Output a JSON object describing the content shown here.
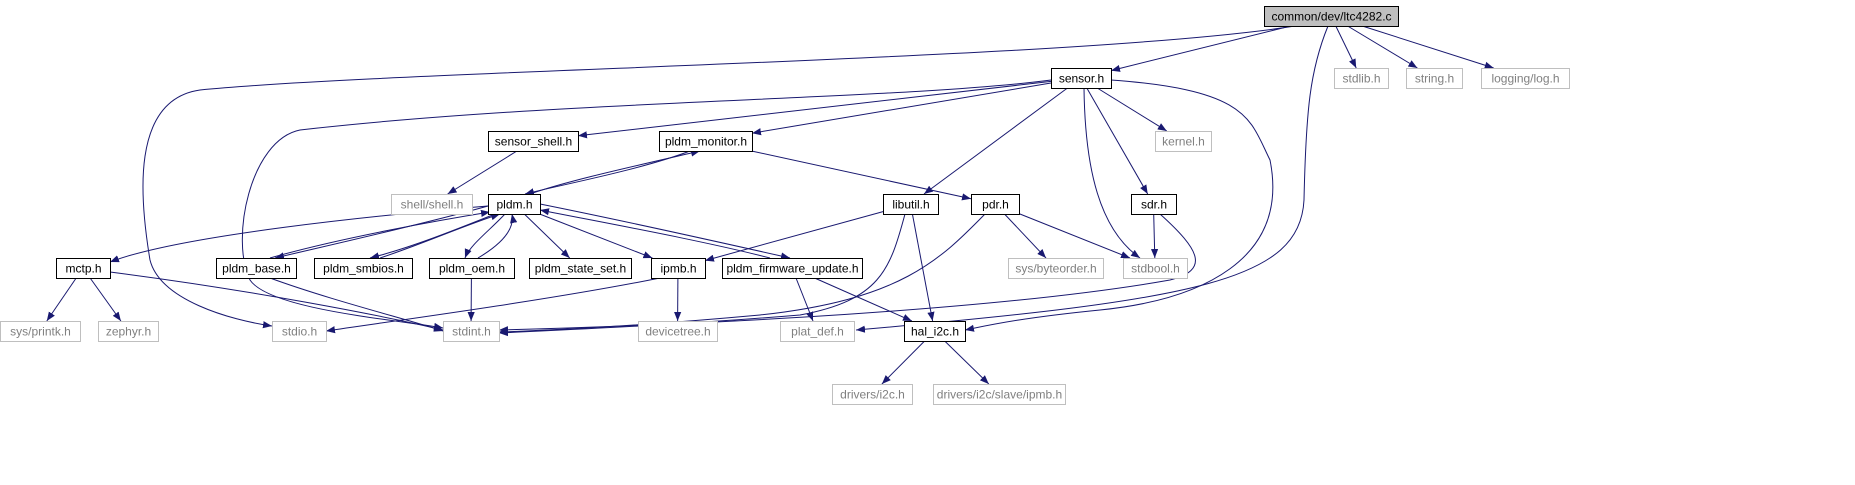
{
  "colors": {
    "edge": "#191970",
    "node_stroke_documented": "#000000",
    "node_stroke_undocumented": "#bfbfbf",
    "node_text_documented": "#000000",
    "node_text_undocumented": "#808080",
    "root_fill": "#bfbfbf",
    "node_fill": "#ffffff"
  },
  "nodes": [
    {
      "id": "ltc4282_c",
      "label": "common/dev/ltc4282.c",
      "style": "root"
    },
    {
      "id": "sensor_h",
      "label": "sensor.h",
      "style": "documented"
    },
    {
      "id": "stdlib_h",
      "label": "stdlib.h",
      "style": "undocumented"
    },
    {
      "id": "string_h",
      "label": "string.h",
      "style": "undocumented"
    },
    {
      "id": "logging_log_h",
      "label": "logging/log.h",
      "style": "undocumented"
    },
    {
      "id": "sensor_shell_h",
      "label": "sensor_shell.h",
      "style": "documented"
    },
    {
      "id": "pldm_monitor_h",
      "label": "pldm_monitor.h",
      "style": "documented"
    },
    {
      "id": "kernel_h",
      "label": "kernel.h",
      "style": "undocumented"
    },
    {
      "id": "shell_shell_h",
      "label": "shell/shell.h",
      "style": "undocumented"
    },
    {
      "id": "pldm_h",
      "label": "pldm.h",
      "style": "documented"
    },
    {
      "id": "libutil_h",
      "label": "libutil.h",
      "style": "documented"
    },
    {
      "id": "pdr_h",
      "label": "pdr.h",
      "style": "documented"
    },
    {
      "id": "sdr_h",
      "label": "sdr.h",
      "style": "documented"
    },
    {
      "id": "mctp_h",
      "label": "mctp.h",
      "style": "documented"
    },
    {
      "id": "pldm_base_h",
      "label": "pldm_base.h",
      "style": "documented"
    },
    {
      "id": "pldm_smbios_h",
      "label": "pldm_smbios.h",
      "style": "documented"
    },
    {
      "id": "pldm_oem_h",
      "label": "pldm_oem.h",
      "style": "documented"
    },
    {
      "id": "pldm_state_set_h",
      "label": "pldm_state_set.h",
      "style": "documented"
    },
    {
      "id": "ipmb_h",
      "label": "ipmb.h",
      "style": "documented"
    },
    {
      "id": "pldm_firmware_update_h",
      "label": "pldm_firmware_update.h",
      "style": "documented"
    },
    {
      "id": "sys_byteorder_h",
      "label": "sys/byteorder.h",
      "style": "undocumented"
    },
    {
      "id": "stdbool_h",
      "label": "stdbool.h",
      "style": "undocumented"
    },
    {
      "id": "sys_printk_h",
      "label": "sys/printk.h",
      "style": "undocumented"
    },
    {
      "id": "zephyr_h",
      "label": "zephyr.h",
      "style": "undocumented"
    },
    {
      "id": "stdio_h",
      "label": "stdio.h",
      "style": "undocumented"
    },
    {
      "id": "stdint_h",
      "label": "stdint.h",
      "style": "undocumented"
    },
    {
      "id": "devicetree_h",
      "label": "devicetree.h",
      "style": "undocumented"
    },
    {
      "id": "plat_def_h",
      "label": "plat_def.h",
      "style": "undocumented"
    },
    {
      "id": "hal_i2c_h",
      "label": "hal_i2c.h",
      "style": "documented"
    },
    {
      "id": "drivers_i2c_h",
      "label": "drivers/i2c.h",
      "style": "undocumented"
    },
    {
      "id": "drivers_i2c_slave_ipmb_h",
      "label": "drivers/i2c/slave/ipmb.h",
      "style": "undocumented"
    }
  ],
  "edges": [
    {
      "from": "ltc4282_c",
      "to": "sensor_h"
    },
    {
      "from": "ltc4282_c",
      "to": "stdlib_h"
    },
    {
      "from": "ltc4282_c",
      "to": "string_h"
    },
    {
      "from": "ltc4282_c",
      "to": "logging_log_h"
    },
    {
      "from": "ltc4282_c",
      "to": "stdio_h"
    },
    {
      "from": "ltc4282_c",
      "to": "plat_def_h"
    },
    {
      "from": "sensor_h",
      "to": "sensor_shell_h"
    },
    {
      "from": "sensor_h",
      "to": "pldm_monitor_h"
    },
    {
      "from": "sensor_h",
      "to": "kernel_h"
    },
    {
      "from": "sensor_h",
      "to": "libutil_h"
    },
    {
      "from": "sensor_h",
      "to": "sdr_h"
    },
    {
      "from": "sensor_h",
      "to": "stdbool_h"
    },
    {
      "from": "sensor_h",
      "to": "stdint_h"
    },
    {
      "from": "sensor_h",
      "to": "hal_i2c_h"
    },
    {
      "from": "sensor_shell_h",
      "to": "shell_shell_h"
    },
    {
      "from": "pldm_monitor_h",
      "to": "pldm_h"
    },
    {
      "from": "pldm_monitor_h",
      "to": "pdr_h"
    },
    {
      "from": "pldm_h",
      "to": "pldm_monitor_h"
    },
    {
      "from": "pldm_h",
      "to": "mctp_h"
    },
    {
      "from": "pldm_h",
      "to": "pldm_base_h"
    },
    {
      "from": "pldm_h",
      "to": "pldm_smbios_h"
    },
    {
      "from": "pldm_h",
      "to": "pldm_oem_h"
    },
    {
      "from": "pldm_h",
      "to": "pldm_state_set_h"
    },
    {
      "from": "pldm_h",
      "to": "ipmb_h"
    },
    {
      "from": "pldm_h",
      "to": "pldm_firmware_update_h"
    },
    {
      "from": "pldm_base_h",
      "to": "pldm_h"
    },
    {
      "from": "pldm_smbios_h",
      "to": "pldm_h"
    },
    {
      "from": "pldm_oem_h",
      "to": "pldm_h"
    },
    {
      "from": "pldm_firmware_update_h",
      "to": "pldm_h"
    },
    {
      "from": "libutil_h",
      "to": "ipmb_h"
    },
    {
      "from": "libutil_h",
      "to": "stdint_h"
    },
    {
      "from": "libutil_h",
      "to": "hal_i2c_h"
    },
    {
      "from": "pdr_h",
      "to": "sys_byteorder_h"
    },
    {
      "from": "pdr_h",
      "to": "stdbool_h"
    },
    {
      "from": "pdr_h",
      "to": "stdint_h"
    },
    {
      "from": "sdr_h",
      "to": "stdbool_h"
    },
    {
      "from": "sdr_h",
      "to": "stdint_h"
    },
    {
      "from": "mctp_h",
      "to": "sys_printk_h"
    },
    {
      "from": "mctp_h",
      "to": "zephyr_h"
    },
    {
      "from": "mctp_h",
      "to": "stdint_h"
    },
    {
      "from": "pldm_base_h",
      "to": "stdint_h"
    },
    {
      "from": "pldm_oem_h",
      "to": "stdint_h"
    },
    {
      "from": "ipmb_h",
      "to": "stdio_h"
    },
    {
      "from": "ipmb_h",
      "to": "devicetree_h"
    },
    {
      "from": "pldm_firmware_update_h",
      "to": "plat_def_h"
    },
    {
      "from": "pldm_firmware_update_h",
      "to": "hal_i2c_h"
    },
    {
      "from": "hal_i2c_h",
      "to": "drivers_i2c_h"
    },
    {
      "from": "hal_i2c_h",
      "to": "drivers_i2c_slave_ipmb_h"
    }
  ]
}
